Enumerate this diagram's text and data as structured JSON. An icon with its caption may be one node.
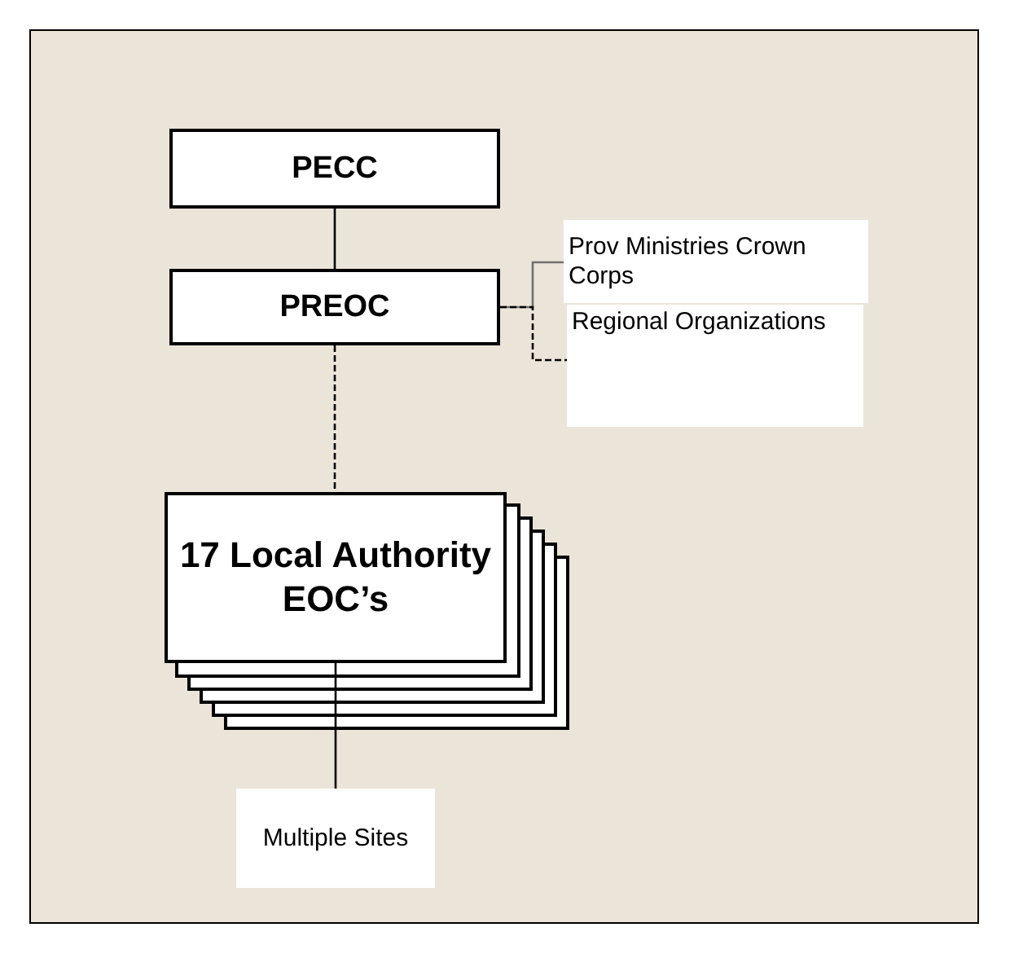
{
  "diagram": {
    "nodes": [
      {
        "text": [
          "PECC"
        ]
      },
      {
        "text": [
          "PREOC"
        ]
      },
      {
        "text": [
          "Prov Ministries Crown Corps"
        ]
      },
      {
        "text": [
          "Regional Organizations"
        ]
      },
      {
        "text": [
          "17 Local Authority EOC’s"
        ]
      },
      {
        "text": [
          "Multiple Sites"
        ]
      }
    ],
    "edges": [
      {
        "from": 0,
        "to": 1,
        "arrow": "none"
      },
      {
        "from": 1,
        "to": 2,
        "arrow": "none",
        "color": "#707070"
      },
      {
        "from": 1,
        "to": 3,
        "arrow": "none",
        "style": "dashed"
      },
      {
        "from": 1,
        "to": 4,
        "arrow": "none",
        "style": "dashed"
      },
      {
        "from": 4,
        "to": 5,
        "arrow": "none"
      }
    ]
  }
}
